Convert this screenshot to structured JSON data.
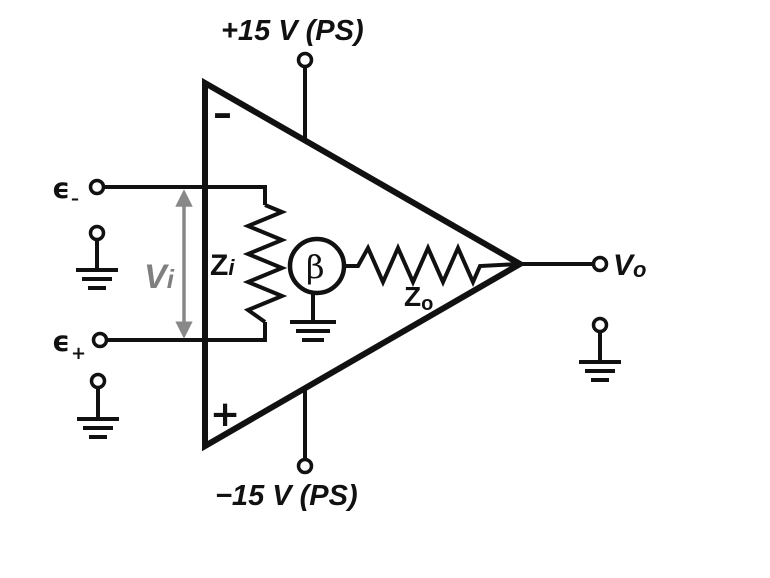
{
  "supply": {
    "positive": "+15 V (PS)",
    "negative": "−15 V (PS)"
  },
  "inputs": {
    "minus_symbol": "ϵ",
    "minus_sub": "–",
    "plus_symbol": "ϵ",
    "plus_sub": "+"
  },
  "opamp": {
    "minus_sign": "–",
    "plus_sign": "+"
  },
  "labels": {
    "vi_main": "V",
    "vi_sub": "i",
    "zi_main": "Z",
    "zi_sub": "i",
    "beta": "β",
    "zo_main": "Z",
    "zo_sub": "o",
    "vo_main": "V",
    "vo_sub": "o"
  },
  "colors": {
    "stroke": "#111111",
    "vi_arrow": "#888888",
    "vi_text": "#808080"
  }
}
